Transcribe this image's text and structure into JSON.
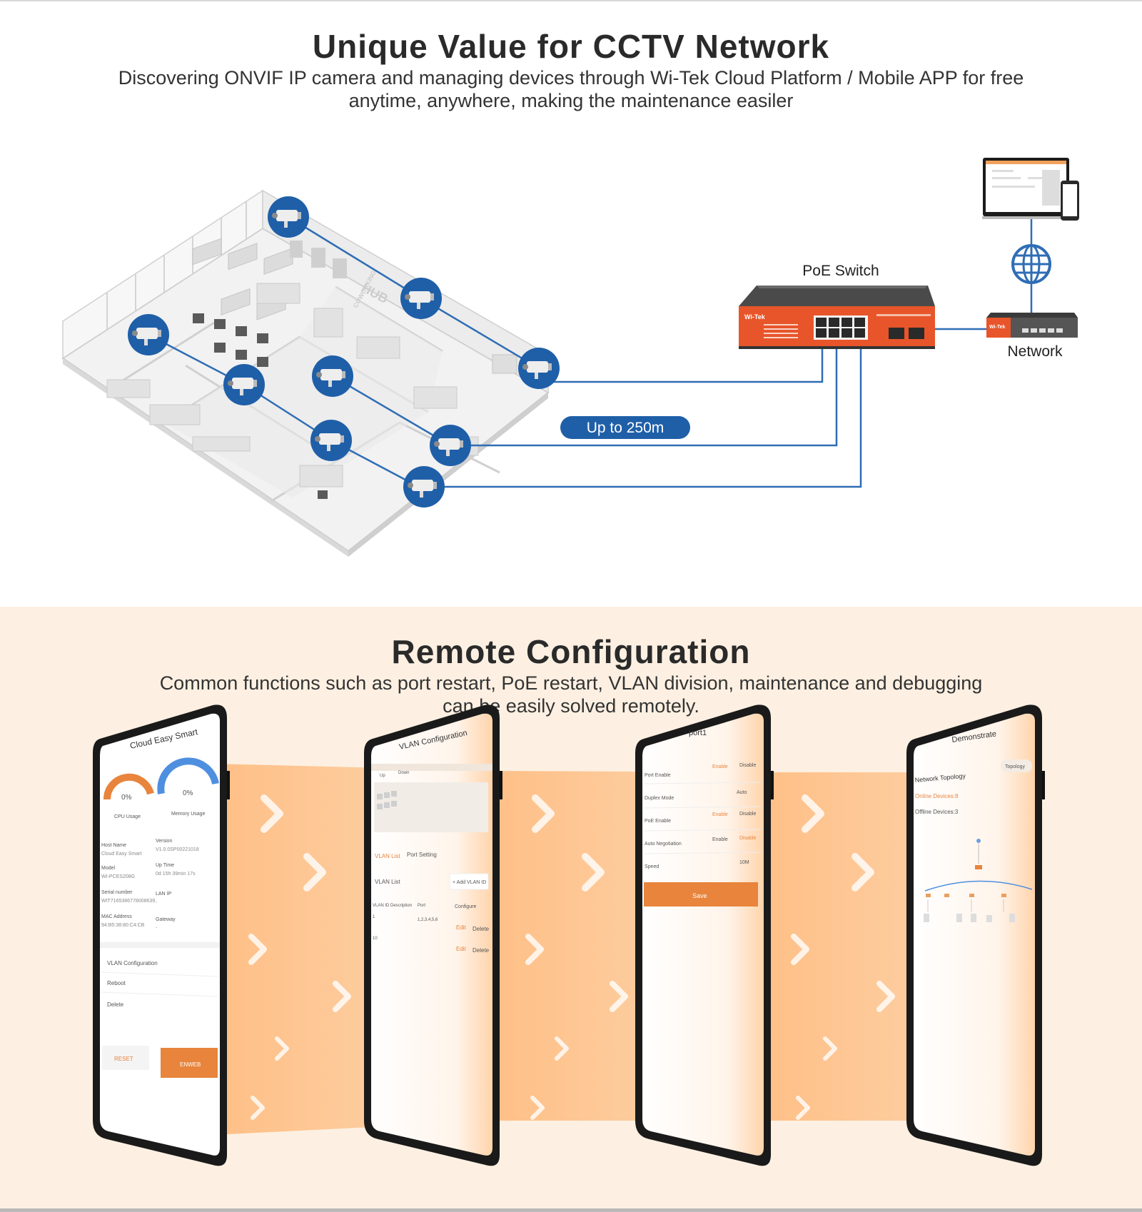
{
  "section1": {
    "title": "Unique Value for CCTV Network",
    "subtitle_line1": "Discovering ONVIF IP camera and managing devices through Wi-Tek Cloud Platform / Mobile APP for free",
    "subtitle_line2": "anytime, anywhere,  making the maintenance easiler"
  },
  "diagram": {
    "poe_switch_label": "PoE Switch",
    "network_label": "Network",
    "distance_badge": "Up to 250m",
    "switch_brand": "Wi-Tek",
    "router_brand": "Wi-Tek",
    "hub_sign": "HUB",
    "coworking_sign": "COWORKING",
    "colors": {
      "link": "#2f6db5",
      "camera_circle": "#1f5fa8",
      "switch_body": "#e8552a",
      "badge": "#1f5fa8"
    }
  },
  "section2": {
    "title": "Remote Configuration",
    "subtitle_line1": "Common functions such as port restart, PoE restart, VLAN division, maintenance and debugging",
    "subtitle_line2": "can be easily solved remotely."
  },
  "phone1": {
    "title": "Cloud Easy Smart",
    "cpu_value": "0%",
    "cpu_label": "CPU Usage",
    "mem_value": "0%",
    "mem_label": "Memory Usage",
    "host_label": "Host Name",
    "host_value": "Cloud Easy Smart",
    "version_label": "Version",
    "version_value": "V1.0.0SP00221018",
    "model_label": "Model",
    "model_value": "WI-PCES208G",
    "uptime_label": "Up Time",
    "uptime_value": "0d 15h 39min 17s",
    "serial_label": "Serial number",
    "serial_value": "WIT7165386778008639",
    "lanip_label": "LAN IP",
    "lanip_value": "-",
    "mac_label": "MAC Address",
    "mac_value": "94:B5:38:80:C4:CB",
    "gateway_label": "Gateway",
    "gateway_value": "-",
    "menu_vlan": "VLAN Configuration",
    "menu_reboot": "Reboot",
    "menu_delete": "Delete",
    "btn_reset": "RESET",
    "btn_enweb": "ENWEB"
  },
  "phone2": {
    "title": "VLAN Configuration",
    "legend_up": "Up",
    "legend_down": "Down",
    "tab_list": "VLAN List",
    "tab_port": "Port Setting",
    "list_label": "VLAN List",
    "add_btn": "+ Add VLAN ID",
    "col_id": "VLAN ID",
    "col_desc": "Description",
    "col_port": "Port",
    "col_cfg": "Configure",
    "row1_id": "1",
    "row1_port": "1,2,3,4,5,6",
    "row2_id": "10",
    "edit": "Edit",
    "delete": "Delete"
  },
  "phone3": {
    "title": "port1",
    "port_enable": "Port Enable",
    "duplex_mode": "Duplex Mode",
    "poe_enable": "PoE Enable",
    "auto_negotiation": "Auto Negotiation",
    "speed": "Speed",
    "enable": "Enable",
    "disable": "Disable",
    "auto": "Auto",
    "speed_value": "10M",
    "save": "Save"
  },
  "phone4": {
    "title": "Demonstrate",
    "topology_btn": "Topology",
    "network_topology": "Network Topology",
    "online": "Online Devices:8",
    "offline": "Offline Devices:3"
  }
}
